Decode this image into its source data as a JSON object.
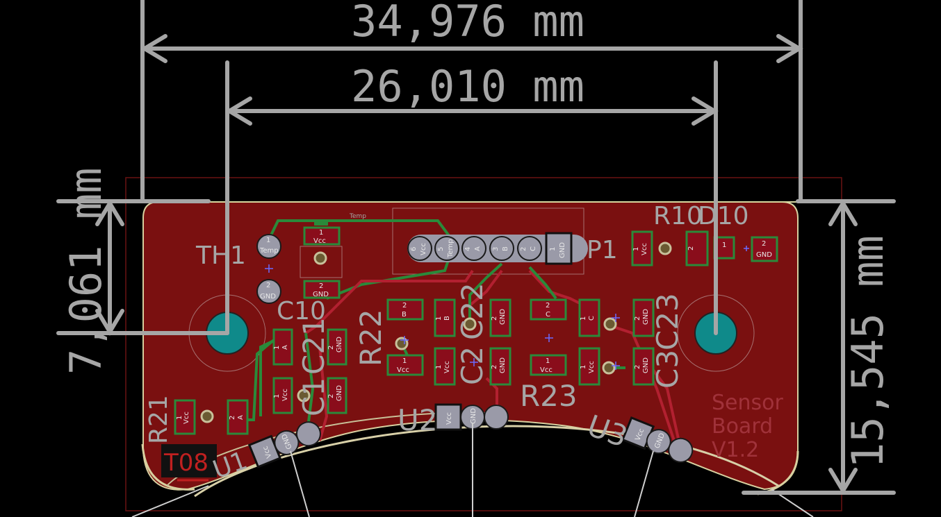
{
  "dimensions": {
    "width_overall": "34,976 mm",
    "width_holes": "26,010 mm",
    "height_hole": "7,061 mm",
    "height_overall": "15,545 mm"
  },
  "references": {
    "TH1": "TH1",
    "C10": "C10",
    "C21": "C21",
    "C1": "C1",
    "R22": "R22",
    "C22": "C22",
    "C2": "C2",
    "R23": "R23",
    "C23": "C23",
    "C3": "C3",
    "P1": "P1",
    "R10": "R10",
    "D10": "D10",
    "R21": "R21",
    "U1": "U1",
    "U2": "U2",
    "U3": "U3"
  },
  "back_silkscreen": {
    "label": "T08",
    "board_name": [
      "Sensor",
      "Board",
      "V1.2"
    ]
  },
  "net_labels": {
    "temp_trace": "Temp"
  },
  "connector_P1": [
    {
      "num": "6",
      "net": "Vcc"
    },
    {
      "num": "5",
      "net": "Temp"
    },
    {
      "num": "4",
      "net": "A"
    },
    {
      "num": "3",
      "net": "B"
    },
    {
      "num": "2",
      "net": "C"
    },
    {
      "num": "1",
      "net": "GND"
    }
  ],
  "pads": {
    "th1_1": {
      "num": "1",
      "net": "Temp"
    },
    "th1_2": {
      "num": "2",
      "net": "GND"
    },
    "c10_1": {
      "num": "1",
      "net": "Vcc"
    },
    "c10_2": {
      "num": "2",
      "net": "GND"
    },
    "r10_1": {
      "num": "1",
      "net": "Vcc"
    },
    "r10_2": {
      "num": "2",
      "net": ""
    },
    "d10_1": {
      "num": "1",
      "net": ""
    },
    "d10_2": {
      "num": "2",
      "net": "GND"
    },
    "r21_1": {
      "num": "1",
      "net": "Vcc"
    },
    "r21_2": {
      "num": "2",
      "net": "A"
    },
    "c21_1": {
      "num": "1",
      "net": "A"
    },
    "c21_2": {
      "num": "2",
      "net": "GND"
    },
    "c1_1": {
      "num": "1",
      "net": "Vcc"
    },
    "c1_2": {
      "num": "2",
      "net": "GND"
    },
    "r22_a": {
      "num": "2",
      "net": "B"
    },
    "r22_b": {
      "num": "1",
      "net": "Vcc"
    },
    "c22_1": {
      "num": "1",
      "net": "B"
    },
    "c22_2": {
      "num": "2",
      "net": "GND"
    },
    "c2_1": {
      "num": "1",
      "net": "Vcc"
    },
    "c2_2": {
      "num": "2",
      "net": "GND"
    },
    "r23_a": {
      "num": "2",
      "net": "C"
    },
    "r23_b": {
      "num": "1",
      "net": "Vcc"
    },
    "c23_1": {
      "num": "1",
      "net": "C"
    },
    "c23_2": {
      "num": "2",
      "net": "GND"
    },
    "c3_1": {
      "num": "1",
      "net": "Vcc"
    },
    "c3_2": {
      "num": "2",
      "net": "GND"
    },
    "u1": [
      "Vcc",
      "GND",
      ""
    ],
    "u2": [
      "Vcc",
      "GND",
      ""
    ],
    "u3": [
      "Vcc",
      "GND",
      ""
    ]
  },
  "colors": {
    "board_fill": "#7a1010",
    "dimension": "#a6a6a6",
    "mounting_hole": "#0f8a8a",
    "front_silk": "#2a8a3a"
  }
}
